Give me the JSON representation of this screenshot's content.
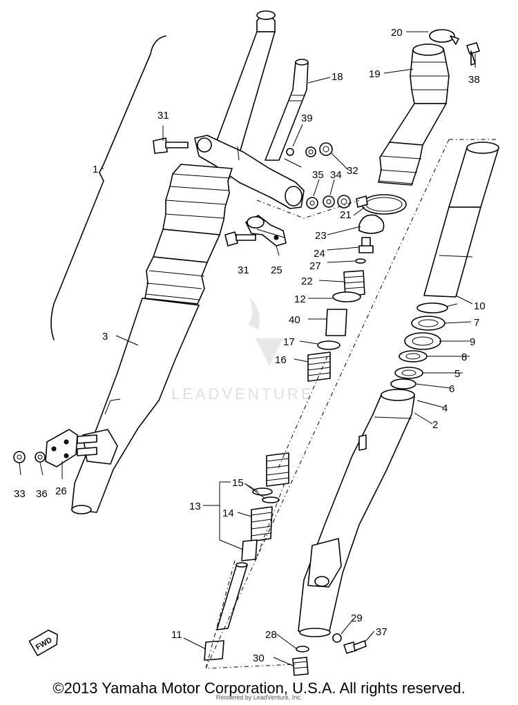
{
  "labels": {
    "p1": "1",
    "p2": "2",
    "p3": "3",
    "p4": "4",
    "p5": "5",
    "p6": "6",
    "p7": "7",
    "p8": "8",
    "p9": "9",
    "p10": "10",
    "p11": "11",
    "p12": "12",
    "p13": "13",
    "p14": "14",
    "p15": "15",
    "p16": "16",
    "p17": "17",
    "p18": "18",
    "p19": "19",
    "p20": "20",
    "p21": "21",
    "p22": "22",
    "p23": "23",
    "p24": "24",
    "p25": "25",
    "p26": "26",
    "p27": "27",
    "p28": "28",
    "p29": "29",
    "p30": "30",
    "p31a": "31",
    "p31b": "31",
    "p32": "32",
    "p33": "33",
    "p34": "34",
    "p35": "35",
    "p36": "36",
    "p37": "37",
    "p38": "38",
    "p39": "39",
    "p40": "40"
  },
  "fwd_badge": "FWD",
  "watermark": "LEADVENTURE",
  "footer": {
    "copyright": "©2013 Yamaha Motor Corporation, U.S.A. All rights reserved.",
    "rendered": "Rendered by LeadVenture, Inc."
  }
}
